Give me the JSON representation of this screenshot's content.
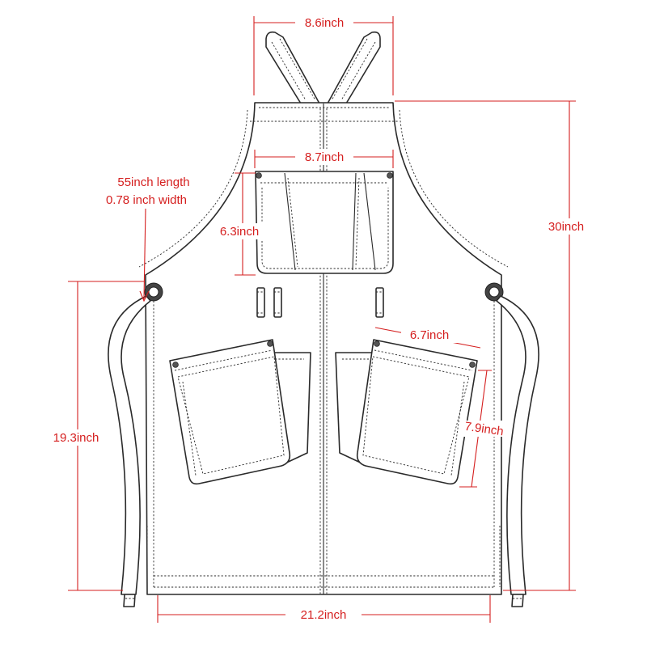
{
  "dimensions": {
    "strap_spacing": "8.6inch",
    "total_length": "30inch",
    "chest_pocket_width": "8.7inch",
    "chest_pocket_height": "6.3inch",
    "waist_strap_length": "55inch length",
    "waist_strap_width": "0.78 inch width",
    "body_height": "19.3inch",
    "lower_pocket_width": "6.7inch",
    "lower_pocket_height": "7.9inch",
    "apron_width": "21.2inch"
  },
  "colors": {
    "dimension": "#d51f1f",
    "outline": "#2a2a2a",
    "background": "#ffffff"
  }
}
